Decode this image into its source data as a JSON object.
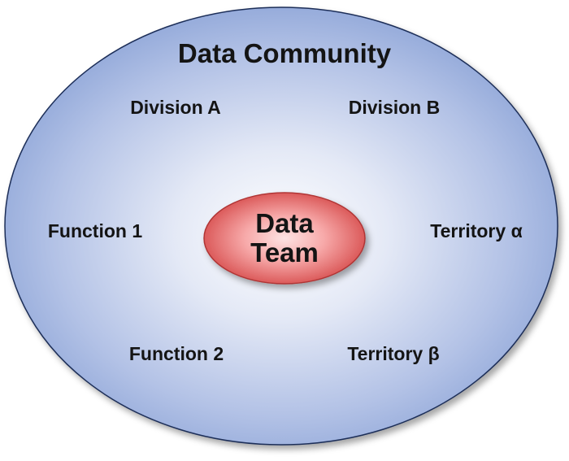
{
  "diagram": {
    "title": "Data Community",
    "segments": [
      {
        "label": "Division A"
      },
      {
        "label": "Division B"
      },
      {
        "label": "Function 1"
      },
      {
        "label": "Territory α"
      },
      {
        "label": "Function 2"
      },
      {
        "label": "Territory β"
      }
    ],
    "core": {
      "line1": "Data",
      "line2": "Team"
    }
  },
  "colors": {
    "outer_center": "#ffffff",
    "outer_edge": "#8fa6d8",
    "outer_stroke": "#1e2f59",
    "core_center": "#fbc7c7",
    "core_edge": "#d64b4b",
    "core_stroke": "#b03535",
    "text": "#141414"
  }
}
